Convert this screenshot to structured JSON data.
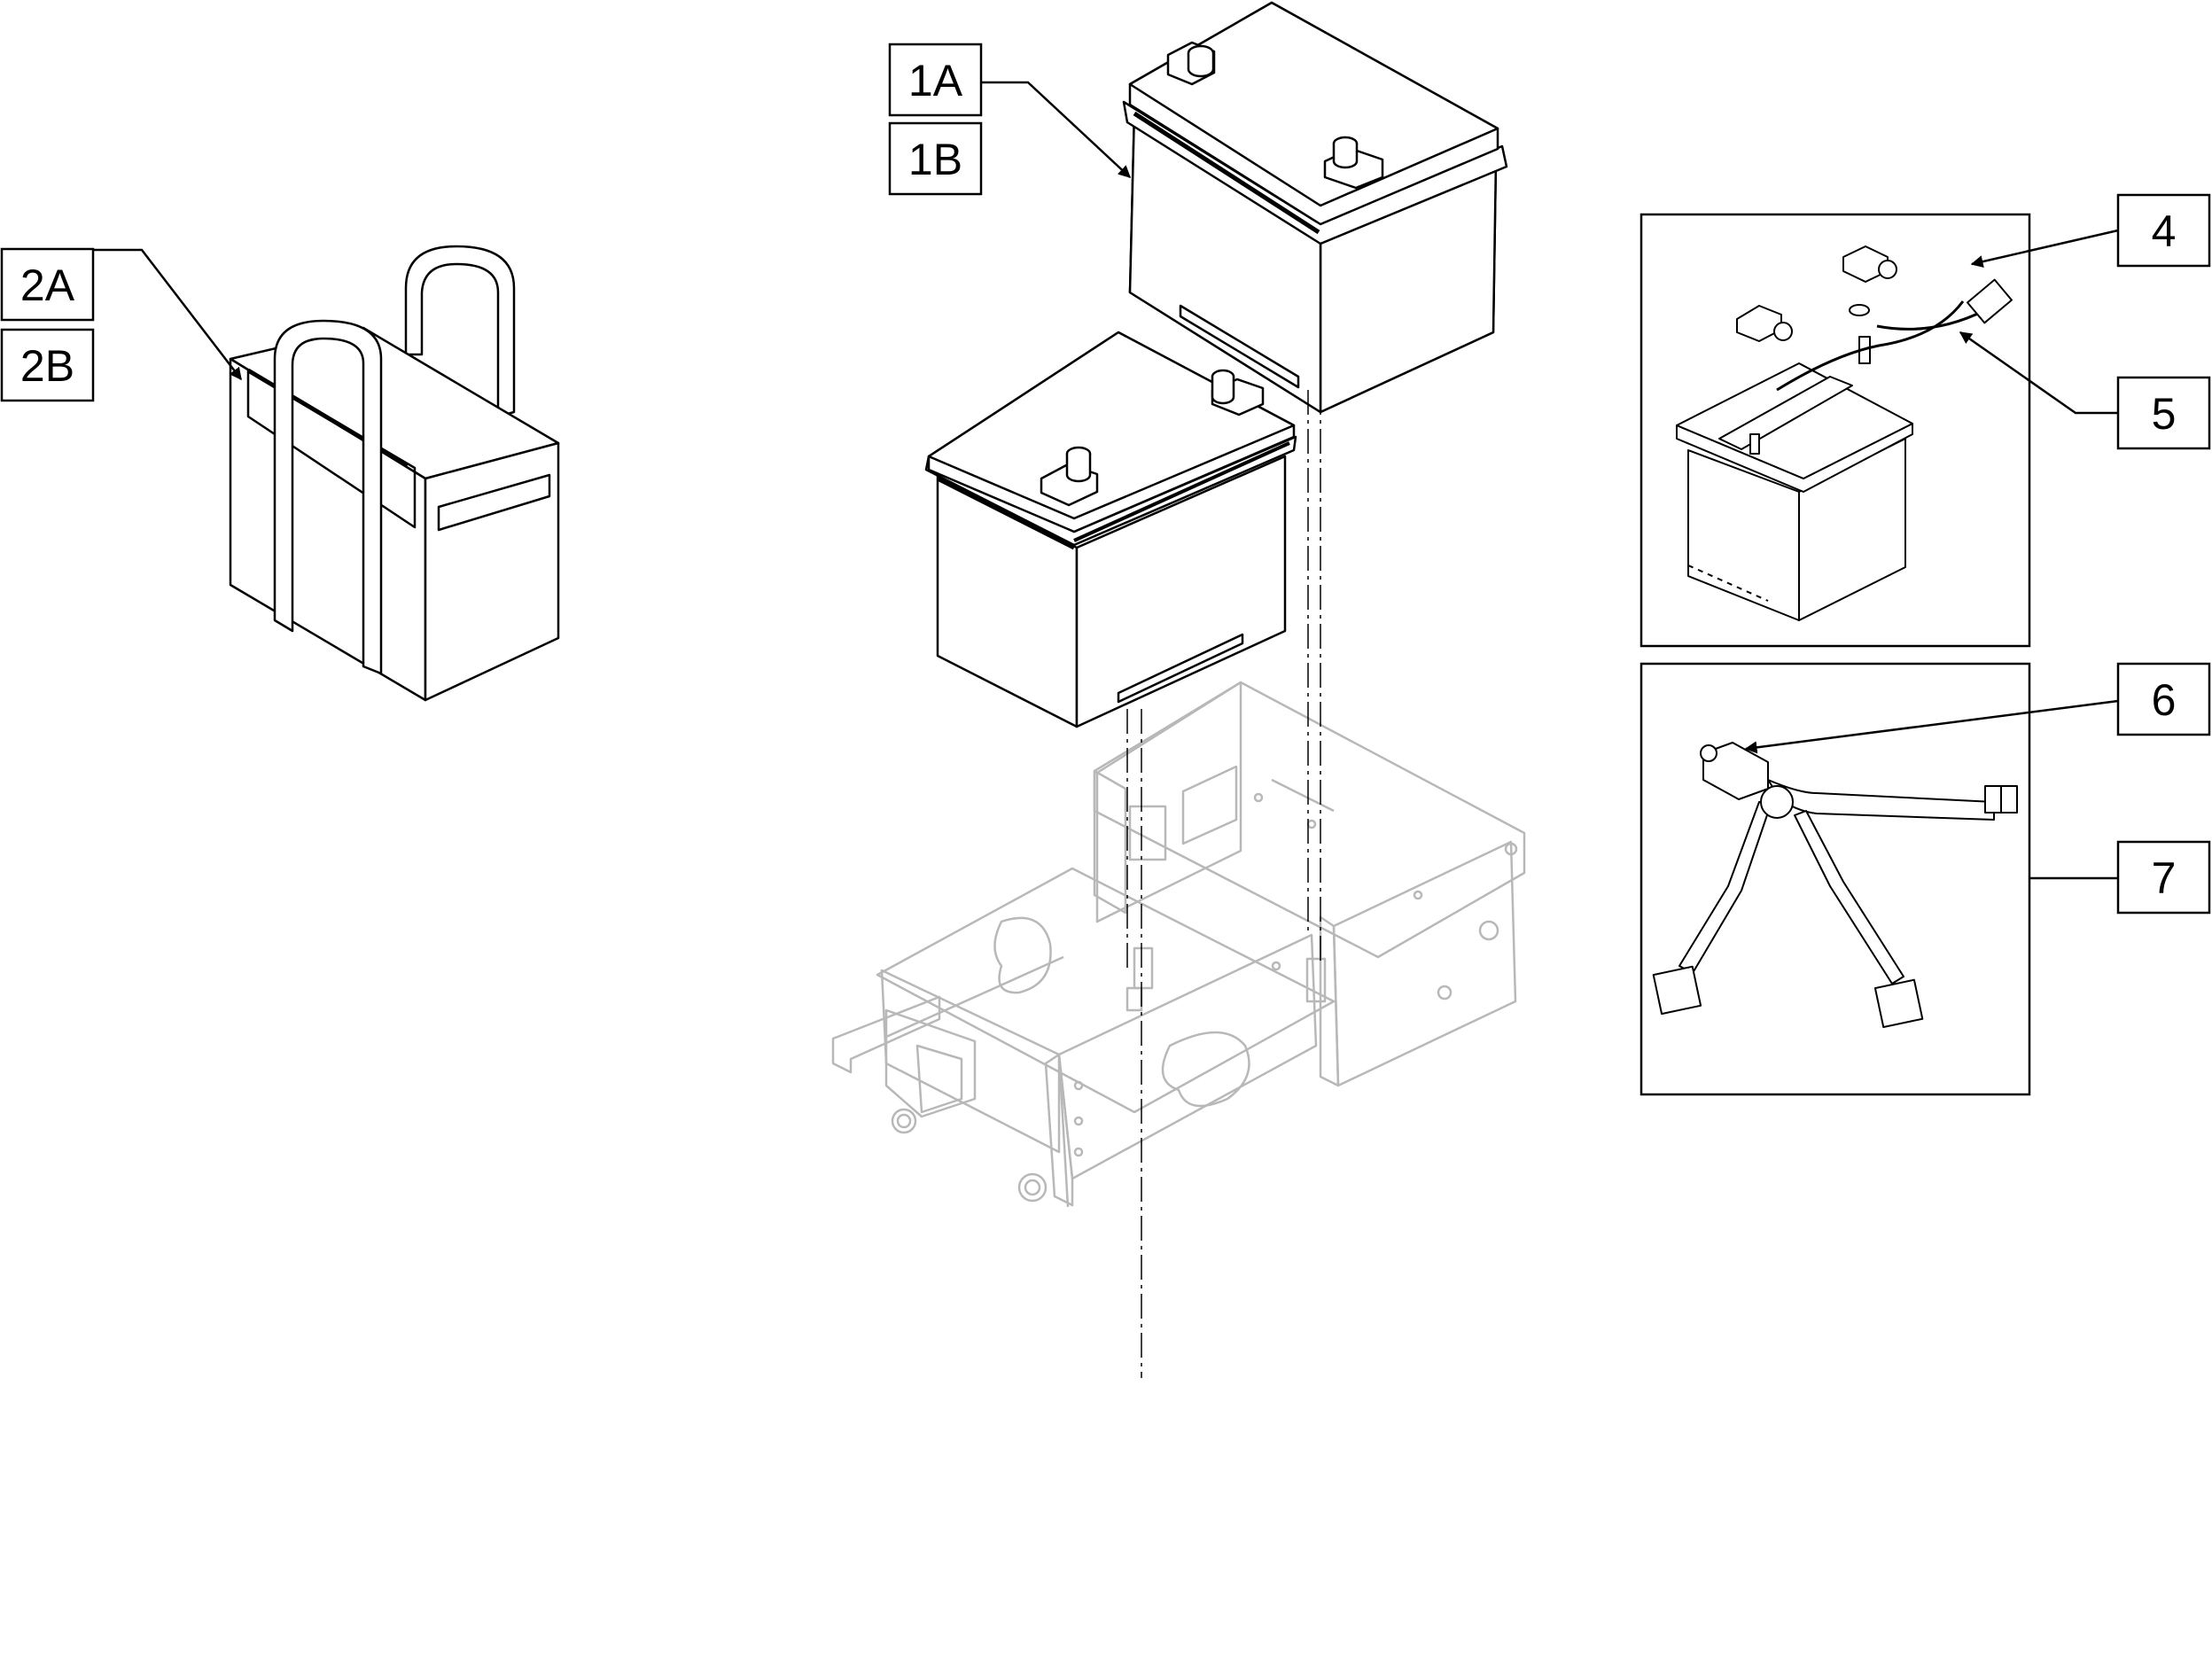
{
  "callouts": {
    "c1a": "1A",
    "c1b": "1B",
    "c2a": "2A",
    "c2b": "2B",
    "c4": "4",
    "c5": "5",
    "c6": "6",
    "c7": "7"
  },
  "colors": {
    "line": "#000000",
    "frame": "#b8b8b8",
    "background": "#ffffff"
  }
}
